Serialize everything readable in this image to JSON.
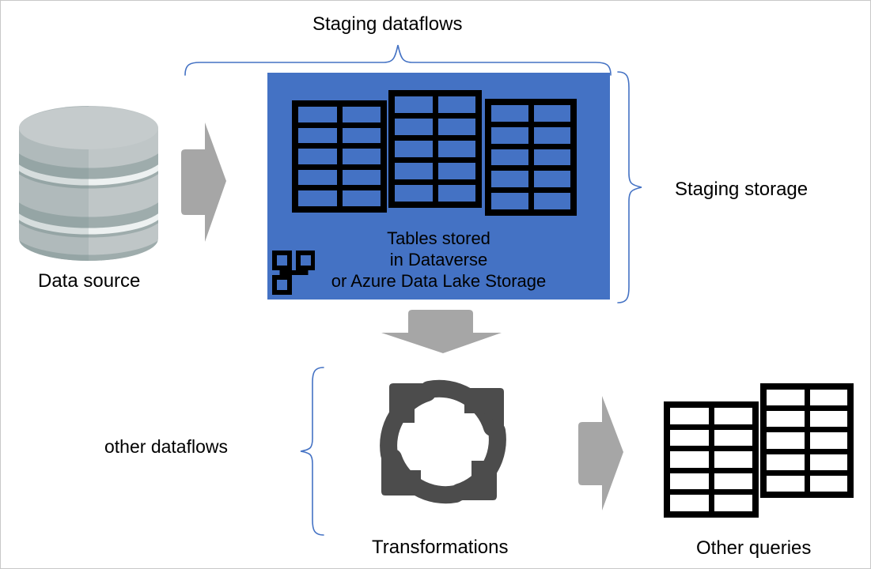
{
  "diagram": {
    "title": "Dataflows staging architecture",
    "background": "#ffffff",
    "accent_blue": "#4472C4",
    "brace_blue": "#4472C4",
    "arrow_gray": "#A6A6A6",
    "icon_black": "#000000"
  },
  "labels": {
    "staging_dataflows": "Staging dataflows",
    "staging_storage": "Staging storage",
    "data_source": "Data source",
    "other_dataflows": "other dataflows",
    "transformations": "Transformations",
    "other_queries": "Other queries"
  },
  "staging_box": {
    "line1": "Tables stored",
    "line2": "in Dataverse",
    "line3": "or Azure Data Lake Storage",
    "fill": "#4472C4",
    "tables": [
      {
        "name": "staging-table-1",
        "columns": 2,
        "rows": 5
      },
      {
        "name": "staging-table-2",
        "columns": 2,
        "rows": 5
      },
      {
        "name": "staging-table-3",
        "columns": 2,
        "rows": 5
      }
    ],
    "sitemap_icon": "sitemap-icon"
  },
  "other_queries_tables": [
    {
      "name": "query-table-1",
      "columns": 2,
      "rows": 5
    },
    {
      "name": "query-table-2",
      "columns": 2,
      "rows": 5
    }
  ],
  "icons": {
    "database_cylinder": "database-cylinder-icon",
    "arrow_right_1": "arrow-right-icon",
    "arrow_down": "arrow-down-icon",
    "arrow_right_2": "arrow-right-icon",
    "refresh_cycle": "circular-arrows-icon",
    "brace_top": "curly-brace-down-icon",
    "brace_right": "curly-brace-right-icon",
    "brace_left": "curly-brace-left-icon"
  }
}
